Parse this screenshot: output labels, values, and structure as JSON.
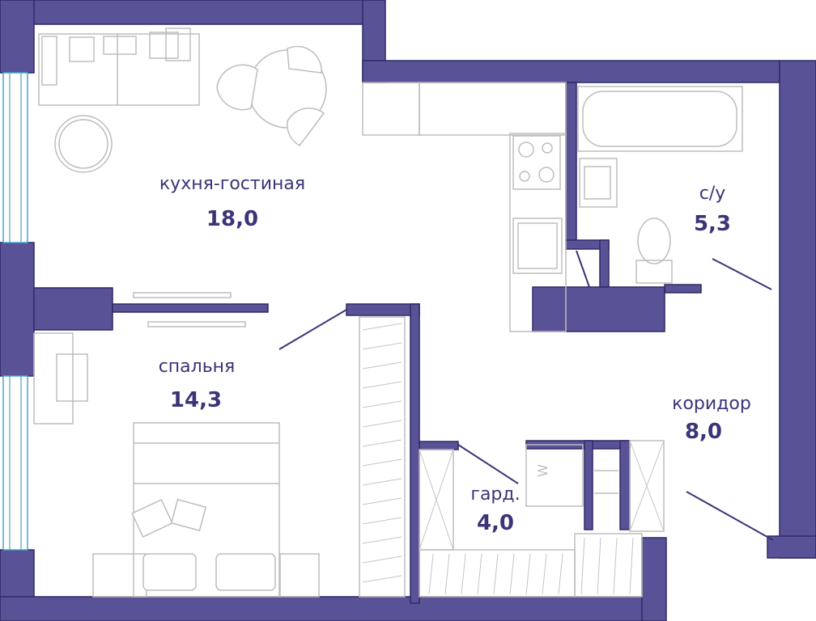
{
  "rooms": {
    "kitchen_living": {
      "name": "кухня-гостиная",
      "area": "18,0"
    },
    "bathroom": {
      "name": "с/у",
      "area": "5,3"
    },
    "bedroom": {
      "name": "спальня",
      "area": "14,3"
    },
    "corridor": {
      "name": "коридор",
      "area": "8,0"
    },
    "wardrobe": {
      "name": "гард.",
      "area": "4,0"
    }
  },
  "appliance_mark": "W",
  "colors": {
    "wall": "#5a5296",
    "text": "#3a3578",
    "window": "#4aa6c8",
    "furniture": "#bdbdbd"
  }
}
